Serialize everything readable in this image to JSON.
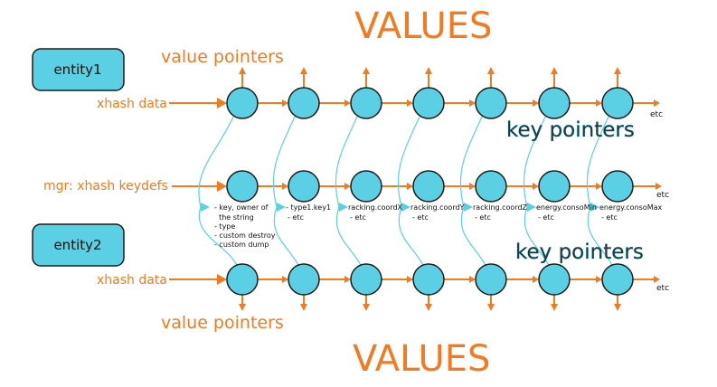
{
  "titles": {
    "top_values": "VALUES",
    "bottom_values": "VALUES",
    "top_value_pointers": "value pointers",
    "bottom_value_pointers": "value pointers"
  },
  "entities": [
    {
      "label": "entity1"
    },
    {
      "label": "entity2"
    }
  ],
  "rows": {
    "top_label": "xhash data",
    "middle_label": "mgr: xhash keydefs",
    "bottom_label": "xhash data"
  },
  "key_pointers": {
    "upper": "key pointers",
    "lower": "key pointers"
  },
  "etc_labels": {
    "top": "etc",
    "middle": "etc",
    "bottom": "etc"
  },
  "first_key_notes": [
    "- key, owner of",
    "  the string",
    "- type",
    "- custom destroy",
    "- custom dump"
  ],
  "key_columns": [
    {
      "name": "- type1.key1",
      "extra": "- etc"
    },
    {
      "name": "racking.coordX",
      "extra": "- etc"
    },
    {
      "name": "racking.coordY",
      "extra": "- etc"
    },
    {
      "name": "racking.coordZ",
      "extra": "- etc"
    },
    {
      "name": "energy.consoMin",
      "extra": "- etc"
    },
    {
      "name": "energy.consoMax",
      "extra": "- etc"
    }
  ],
  "colors": {
    "accent_orange": "#f47a20",
    "node_cyan": "#5bcfe3",
    "outline": "#1c1c1c",
    "key_pointer_text": "#1f3a45"
  }
}
